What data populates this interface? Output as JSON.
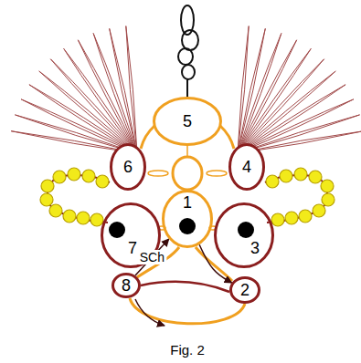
{
  "diagram": {
    "caption": "Fig. 2",
    "nodes": [
      {
        "text": [
          "5"
        ]
      },
      {
        "text": [
          "6"
        ]
      },
      {
        "text": [
          "4"
        ]
      },
      {
        "text": [
          "1"
        ]
      },
      {
        "text": [
          "7"
        ]
      },
      {
        "text": [
          "3"
        ]
      },
      {
        "text": [
          "8"
        ]
      },
      {
        "text": [
          "2"
        ]
      }
    ],
    "edges": [
      {
        "from": 6,
        "to": 3,
        "arrow": "to",
        "label": "SCh"
      },
      {
        "from": 3,
        "to": 7,
        "arrow": "to"
      }
    ]
  }
}
